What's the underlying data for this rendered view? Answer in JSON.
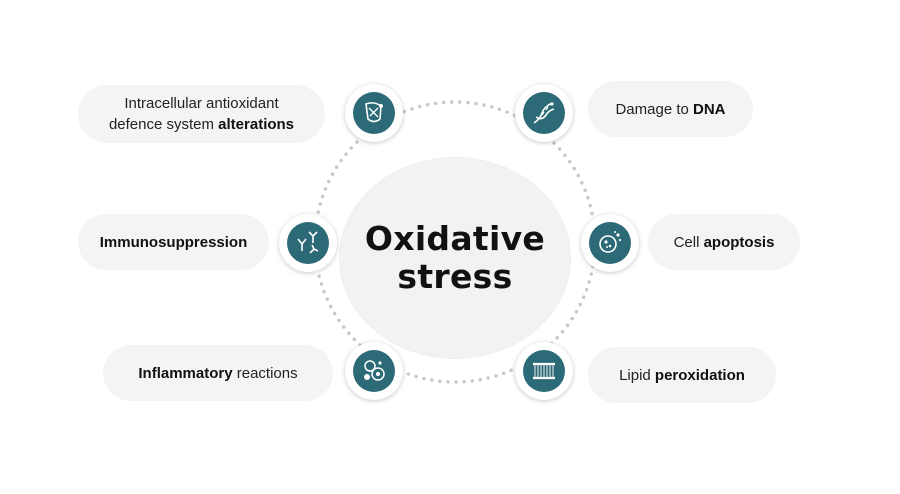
{
  "center": {
    "line1": "Oxidative",
    "line2": "stress"
  },
  "items": [
    {
      "id": "antioxidant",
      "line1": "Intracellular antioxidant",
      "line2_plain": "defence system ",
      "line2_bold": "alterations",
      "icon": "cell-defence-icon"
    },
    {
      "id": "dna",
      "plain": "Damage to ",
      "bold": "DNA",
      "icon": "dna-icon"
    },
    {
      "id": "immuno",
      "bold": "Immunosuppression",
      "icon": "antibodies-icon"
    },
    {
      "id": "apoptosis",
      "plain": "Cell ",
      "bold": "apoptosis",
      "icon": "apoptotic-cell-icon"
    },
    {
      "id": "inflammatory",
      "bold": "Inflammatory",
      "plain": " reactions",
      "icon": "blood-cells-icon"
    },
    {
      "id": "lipid",
      "plain": "Lipid ",
      "bold": "peroxidation",
      "icon": "lipid-membrane-icon"
    }
  ],
  "colors": {
    "accent": "#2b6a76",
    "pill_bg": "#f4f4f4",
    "center_bg": "#f2f2f2",
    "ring_dots": "#c9c9c9"
  }
}
